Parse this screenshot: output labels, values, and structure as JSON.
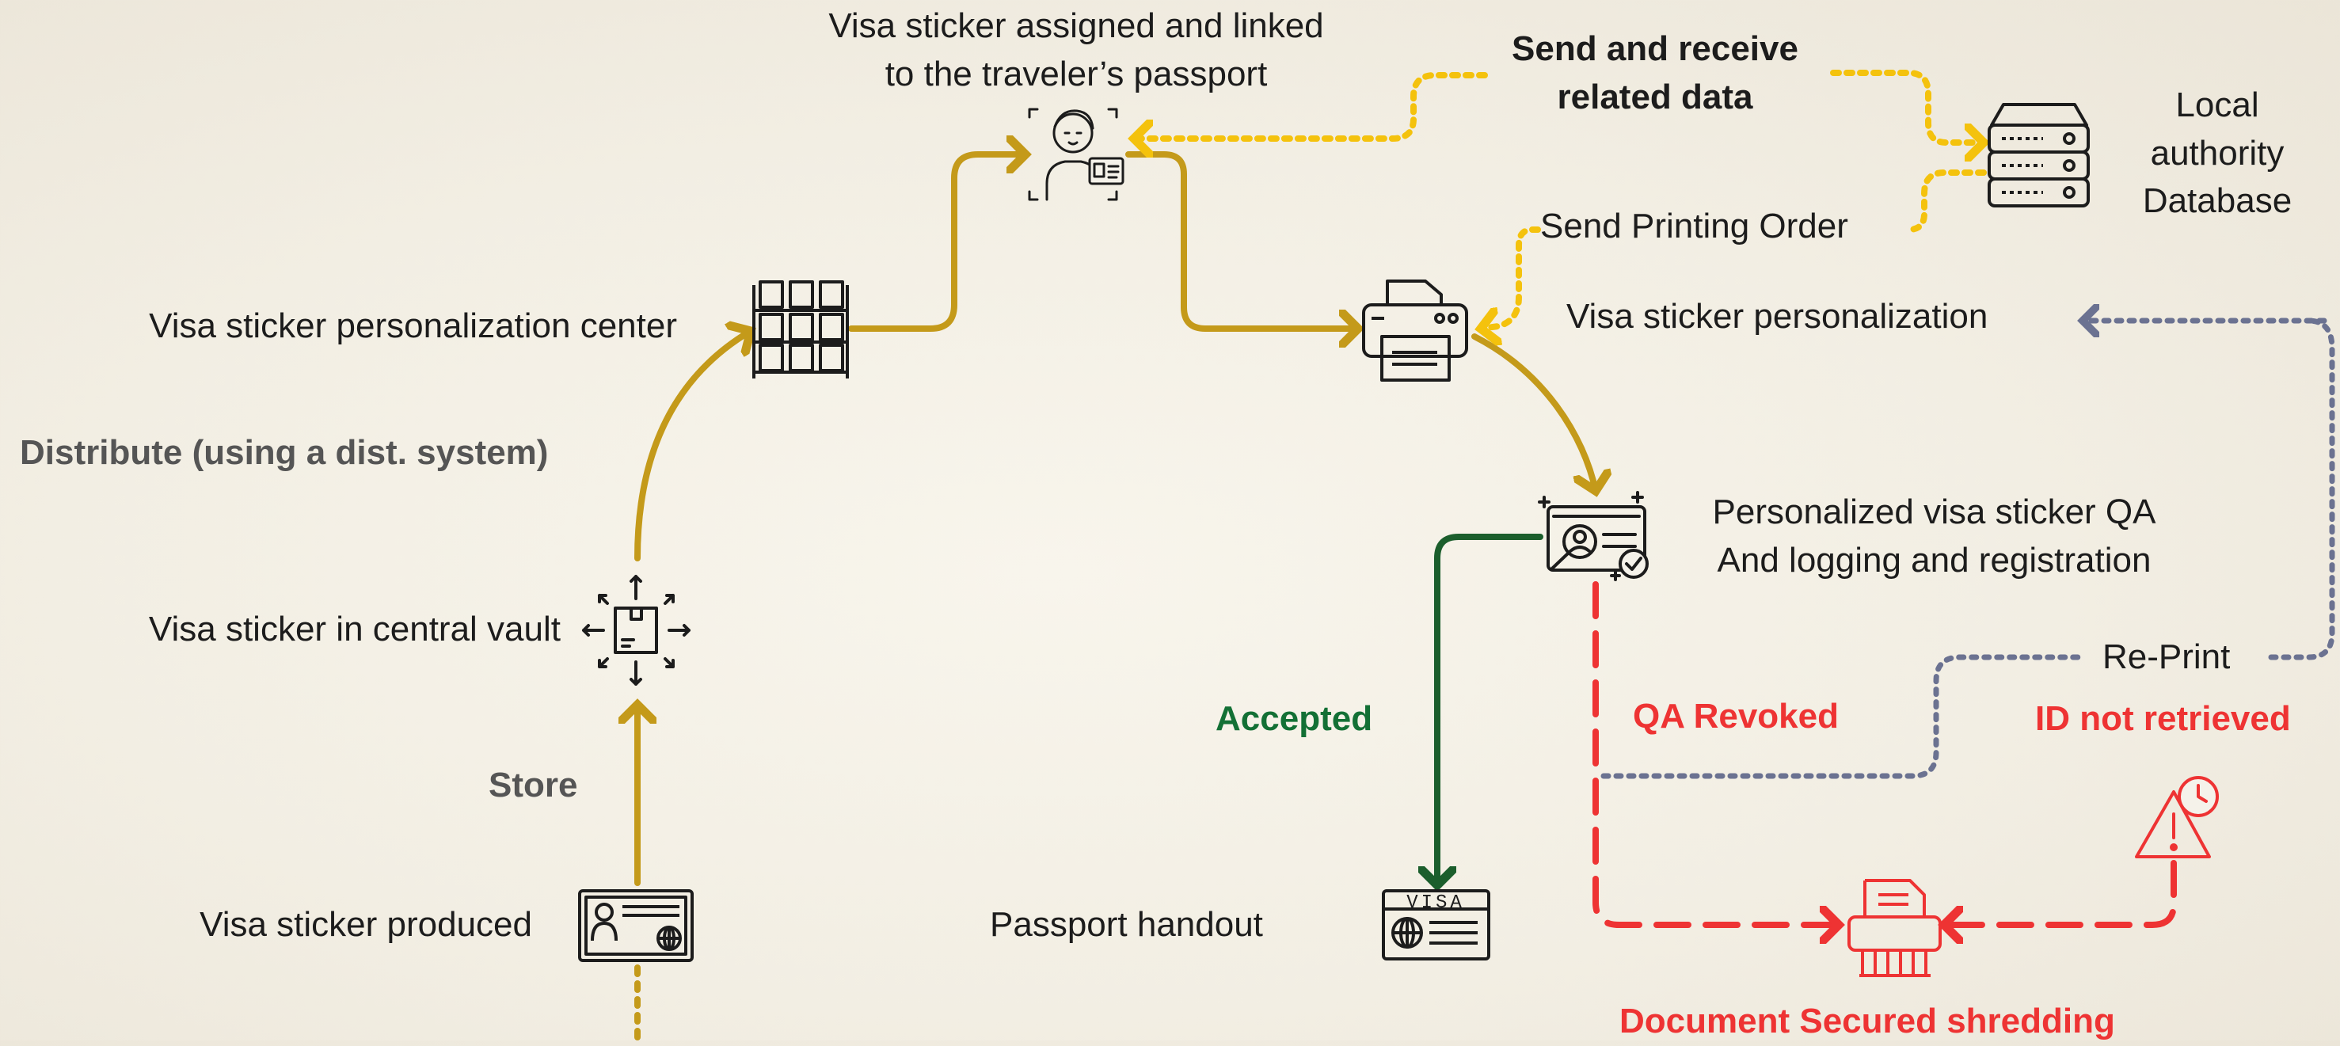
{
  "labels": {
    "visa_assigned": "Visa sticker assigned and linked\nto the traveler’s passport",
    "send_receive": "Send  and receive\nrelated data",
    "local_db": "Local\nauthority\nDatabase",
    "send_printing": "Send Printing Order",
    "personalization_center": "Visa sticker personalization center",
    "personalization": "Visa sticker personalization",
    "distribute": "Distribute (using a dist. system)",
    "qa": "Personalized visa sticker QA\nAnd logging and registration",
    "central_vault": "Visa sticker in central vault",
    "reprint": "Re-Print",
    "accepted": "Accepted",
    "qa_revoked": "QA Revoked",
    "id_not_retrieved": "ID not retrieved",
    "store": "Store",
    "produced": "Visa sticker produced",
    "handout": "Passport handout",
    "visa_badge": "VISA",
    "shredding": "Document Secured shredding"
  },
  "colors": {
    "gold_flow": "#c49a1a",
    "yellow_data": "#f4c20d",
    "blue_dotted": "#6b7291",
    "accepted_green": "#1b5e2c",
    "red": "#ee3333",
    "icon": "#1c1c1c"
  },
  "icons": [
    "traveler-passport-icon",
    "server-database-icon",
    "printer-icon",
    "shelf-storage-icon",
    "qa-certificate-icon",
    "vault-box-icon",
    "visa-card-icon",
    "passport-visa-icon",
    "shredder-icon",
    "alert-clock-icon"
  ]
}
